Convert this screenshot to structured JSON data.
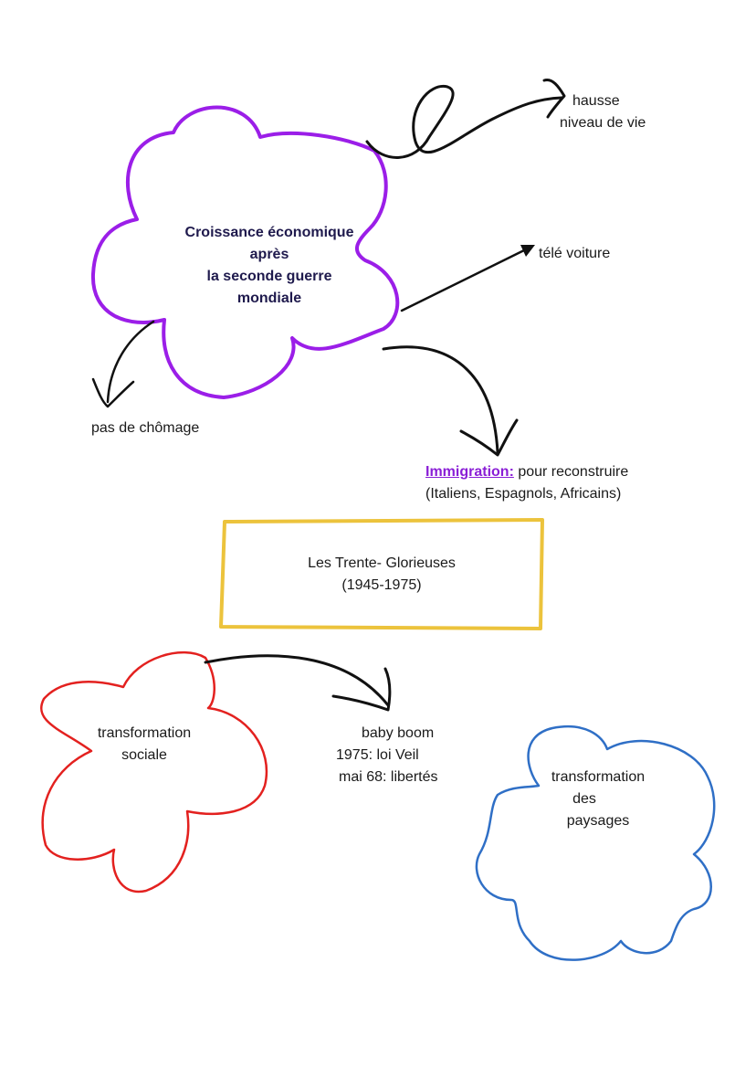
{
  "colors": {
    "purple": "#9b1ee8",
    "red": "#e3211f",
    "blue": "#2f6fc6",
    "gold": "#ecc33c",
    "ink": "#111111"
  },
  "central_cloud": {
    "lines": [
      "Croissance économique",
      "après",
      "la seconde guerre",
      "mondiale"
    ]
  },
  "branches": {
    "hausse": [
      "hausse",
      "niveau de vie"
    ],
    "tele_voiture": "télé voiture",
    "chomage": "pas de chômage",
    "immigration": {
      "keyword": "Immigration:",
      "rest": " pour reconstruire",
      "line2": "(Italiens, Espagnols, Africains)"
    }
  },
  "title_box": {
    "line1": "Les Trente- Glorieuses",
    "line2": "(1945-1975)"
  },
  "social_cloud": {
    "lines": [
      "transformation",
      "sociale"
    ]
  },
  "social_notes": [
    "baby boom",
    "1975: loi Veil",
    "mai 68: libertés"
  ],
  "landscape_cloud": {
    "lines": [
      "transformation",
      "des",
      "paysages"
    ]
  }
}
